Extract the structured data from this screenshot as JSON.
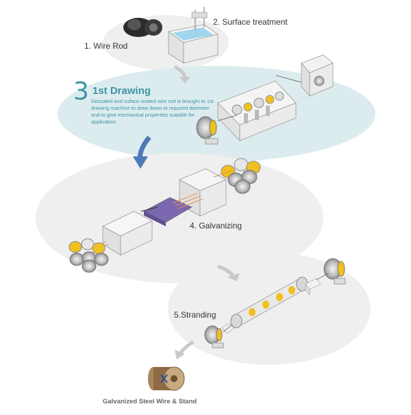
{
  "steps": {
    "wire_rod": "1. Wire Rod",
    "surface": "2. Surface treatment",
    "drawing_number": "3",
    "drawing_title": "1st Drawing",
    "drawing_desc": "Descaled and suface coated wire rod is brought to 1st drawing machine to draw down to required diameter and to give mechanical properties suitable for application.",
    "galvanizing": "4. Galvanizing",
    "stranding": "5.Stranding",
    "final": "Galvanized Steel Wire & Stand"
  },
  "colors": {
    "accent": "#3e93a3",
    "ellipse_grey": "#efefef",
    "ellipse_blue": "#dcecee",
    "arrow_blue": "#4f79b8",
    "arrow_grey": "#c9c9c9",
    "coil_yellow": "#f0c020",
    "purple": "#7b68b0"
  }
}
